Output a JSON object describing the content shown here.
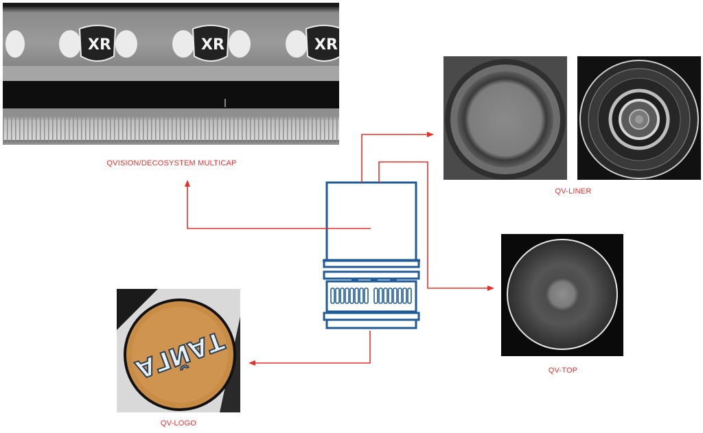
{
  "labels": {
    "multicap": "QVISION/DECOSYSTEM MULTICAP",
    "liner": "QV-LINER",
    "top": "QV-TOP",
    "logo": "QV-LOGO"
  },
  "logo_text": "ТАЙГА",
  "colors": {
    "arrow": "#e8302b",
    "cap_outline": "#1f5b96",
    "label": "#e8302b",
    "logo_disc": "#c98c45"
  }
}
